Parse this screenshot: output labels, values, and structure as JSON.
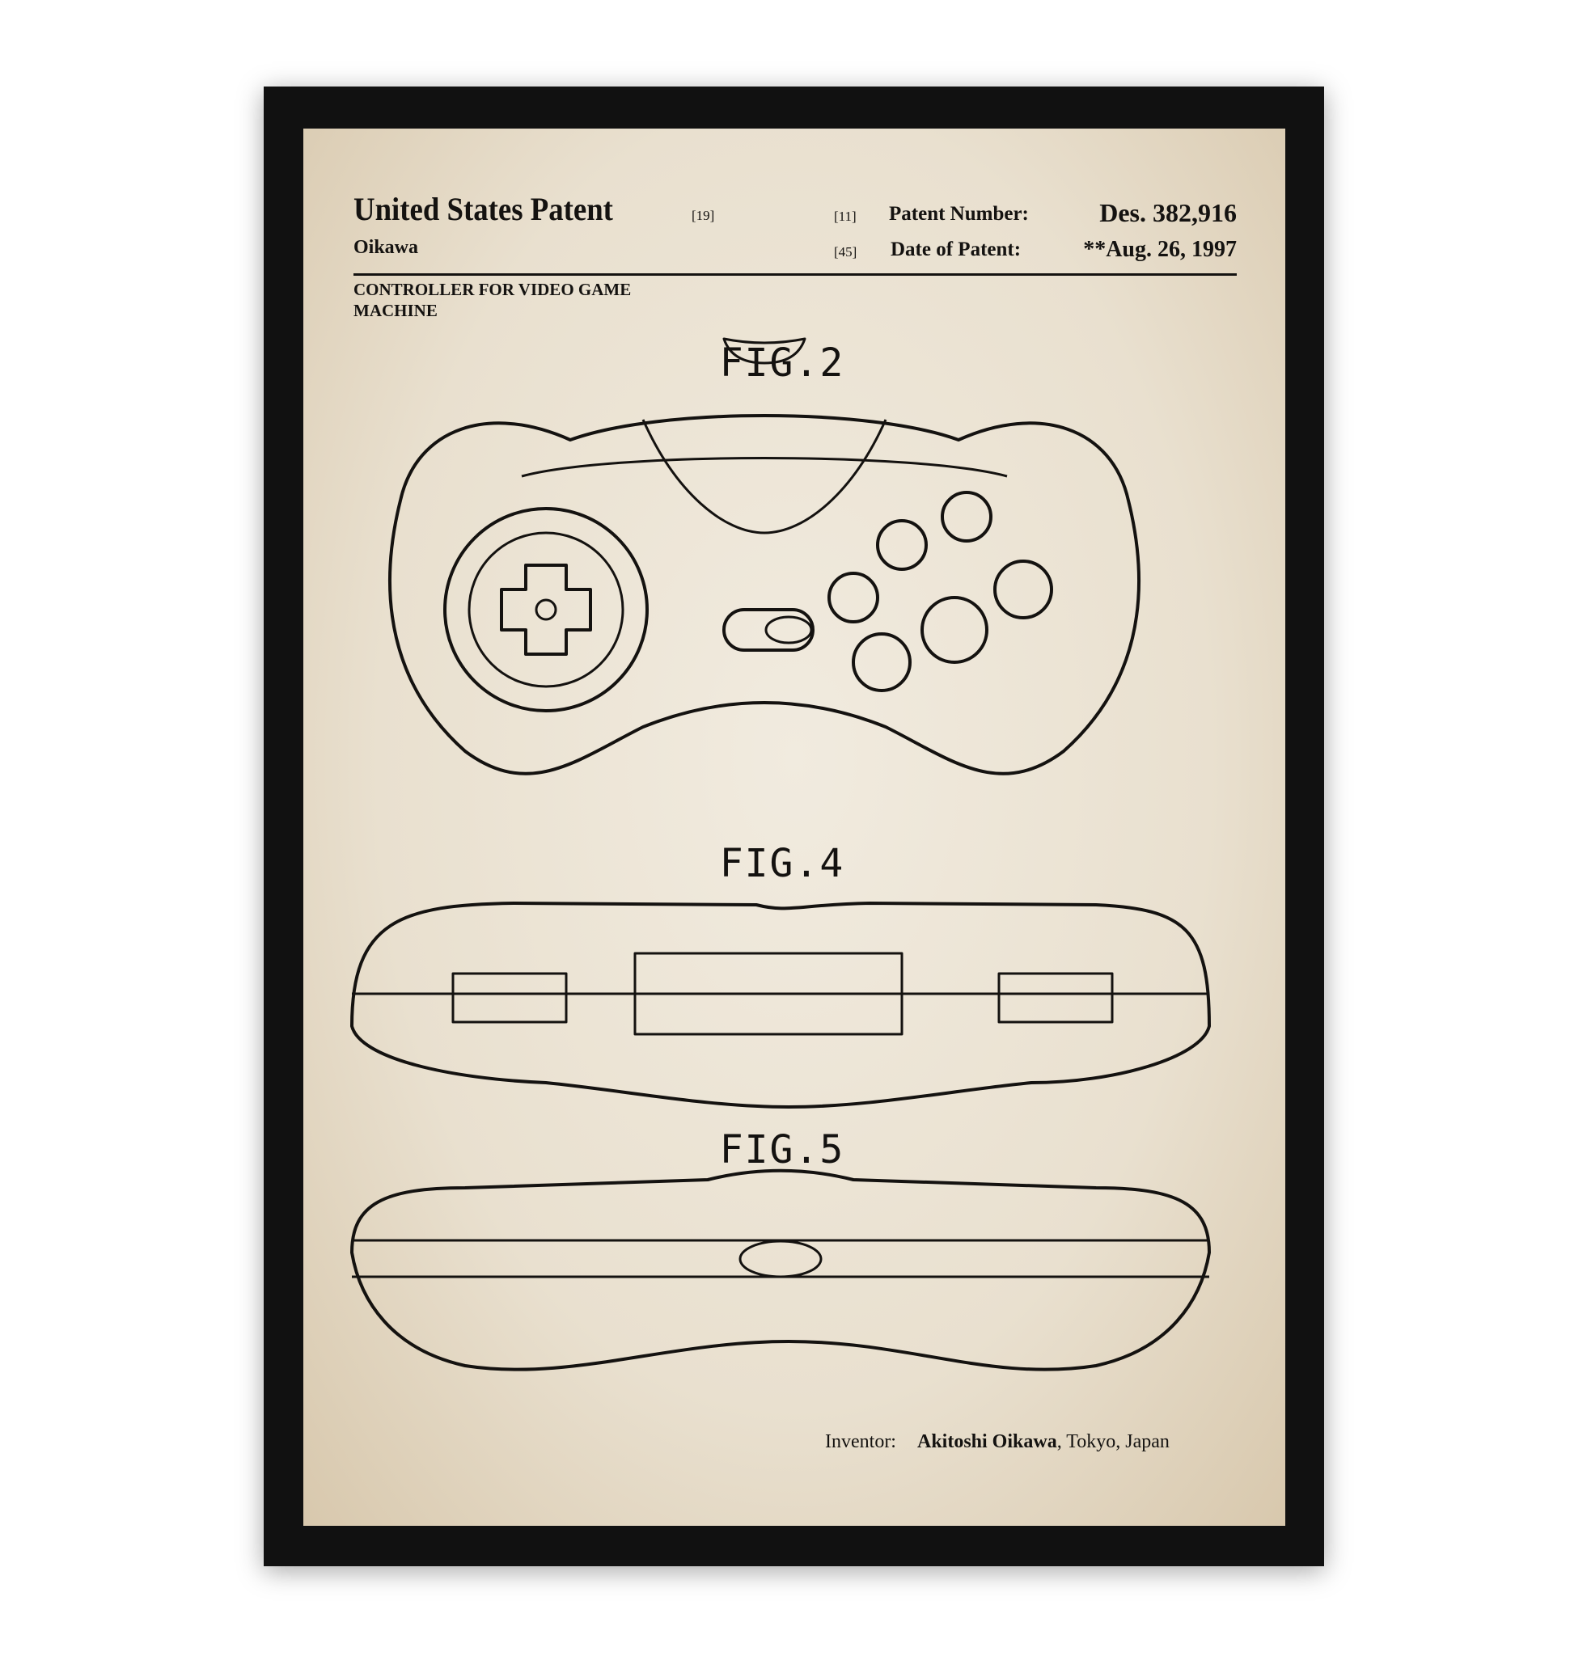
{
  "header": {
    "title": "United States Patent",
    "title_ref": "[19]",
    "assignee_short": "Oikawa",
    "patent_number_ref": "[11]",
    "patent_number_label": "Patent Number:",
    "patent_number": "Des. 382,916",
    "date_ref": "[45]",
    "date_label": "Date of Patent:",
    "date": "**Aug. 26, 1997"
  },
  "invention_title_line1": "CONTROLLER FOR VIDEO GAME",
  "invention_title_line2": "MACHINE",
  "figures": [
    "FIG.2",
    "FIG.4",
    "FIG.5"
  ],
  "inventor": {
    "label": "Inventor:",
    "name": "Akitoshi Oikawa",
    "location": ", Tokyo, Japan"
  },
  "colors": {
    "frame": "#111111",
    "paper": "#ece4d4",
    "ink": "#141210"
  }
}
